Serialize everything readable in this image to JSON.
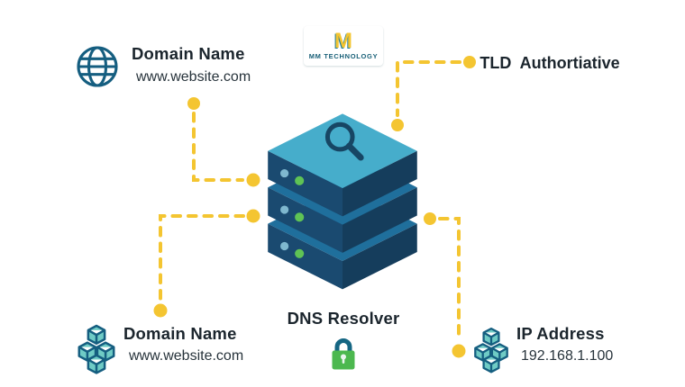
{
  "logo": {
    "monogram": "M",
    "company": "MM TECHNOLOGY"
  },
  "nodes": {
    "domain_top": {
      "label": "Domain Name",
      "value": "www.website.com",
      "icon": "globe-icon"
    },
    "tld": {
      "label": "TLD  Authortiative"
    },
    "resolver": {
      "label": "DNS Resolver",
      "icon": "lock-icon"
    },
    "domain_bottom": {
      "label": "Domain Name",
      "value": "www.website.com",
      "icon": "cubes-icon"
    },
    "ip": {
      "label": "IP Address",
      "value": "192.168.1.100",
      "icon": "cubes-icon"
    }
  },
  "server": {
    "icon": "magnifier-icon",
    "layers": 3
  },
  "colors": {
    "background": "#6FCBC5",
    "accent_yellow": "#F4C531",
    "text": "#1B252D",
    "icon_stroke": "#155E80",
    "pill_background": "rgba(255,255,255,0.52)",
    "server_top": "#46ADCB",
    "server_left_face": "#1A4A70",
    "server_right_face": "#153D5C",
    "server_layer_sliver": "#1F6F9C",
    "status_dot_blue": "#7FB8CF",
    "status_dot_green": "#5FC355",
    "lock_green": "#4CB84F",
    "lock_shackle": "#156683",
    "logo_background": "#FFFFFF"
  }
}
